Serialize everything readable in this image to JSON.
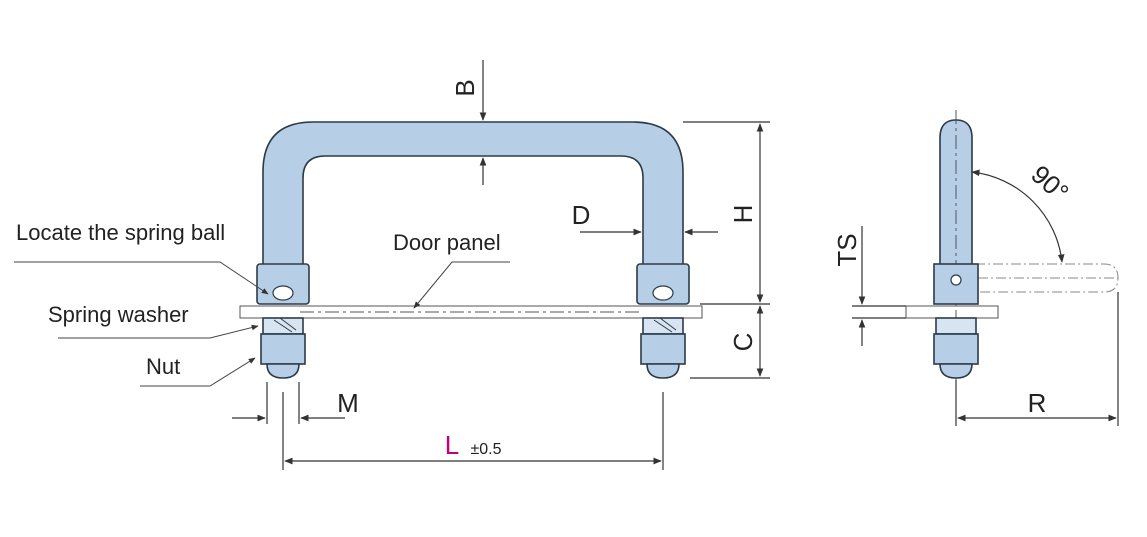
{
  "labels": {
    "spring_ball": "Locate the spring ball",
    "door_panel": "Door panel",
    "spring_washer": "Spring washer",
    "nut": "Nut"
  },
  "dimensions": {
    "B": "B",
    "H": "H",
    "D": "D",
    "C": "C",
    "M": "M",
    "L": "L",
    "L_tolerance": "±0.5",
    "TS": "TS",
    "R": "R",
    "angle": "90°"
  },
  "colors": {
    "handle_fill": "#b6cfe6",
    "handle_outline": "#2d3a48",
    "highlight_L": "#c0007a",
    "line": "#333333"
  }
}
